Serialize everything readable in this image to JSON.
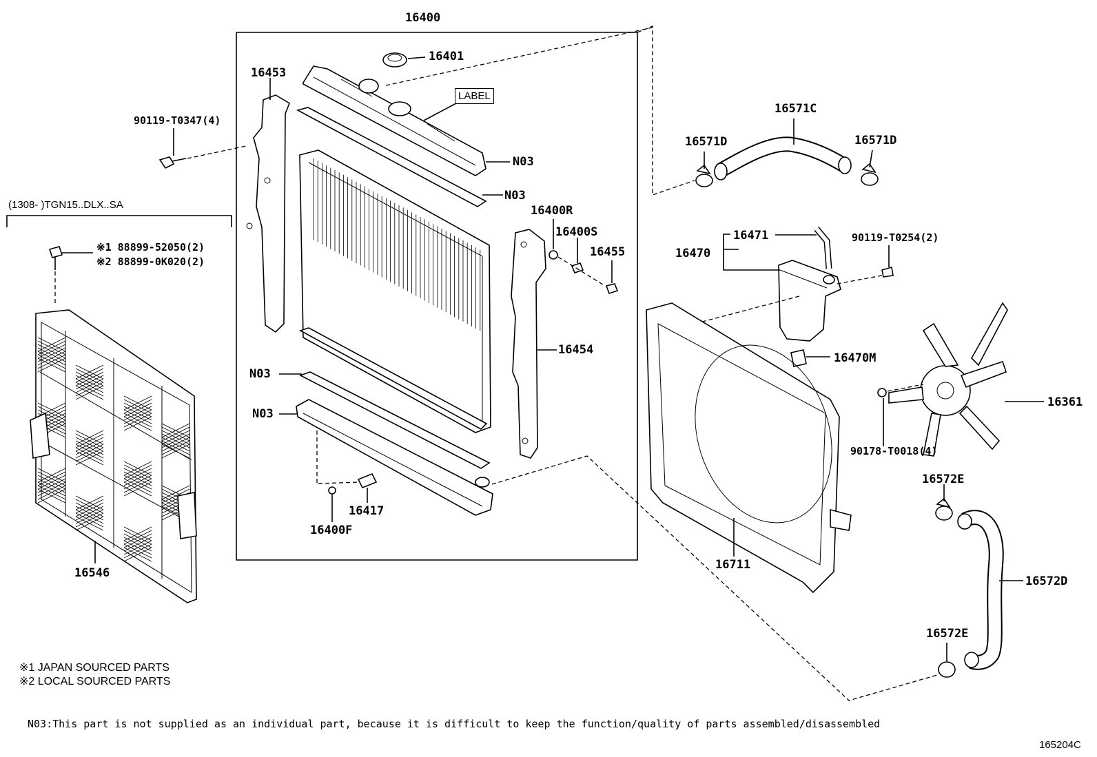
{
  "diagram": {
    "parts": {
      "p16400": "16400",
      "p16401": "16401",
      "label": "LABEL",
      "p16453": "16453",
      "p90119_t0347": "90119-T0347(4)",
      "n03_a": "N03",
      "n03_b": "N03",
      "n03_c": "N03",
      "n03_d": "N03",
      "p16400r": "16400R",
      "p16400s": "16400S",
      "p16455": "16455",
      "p16454": "16454",
      "p16417": "16417",
      "p16400f": "16400F",
      "p16571c": "16571C",
      "p16571d_left": "16571D",
      "p16571d_right": "16571D",
      "p16471": "16471",
      "p16470": "16470",
      "p90119_t0254": "90119-T0254(2)",
      "p16470m": "16470M",
      "p16361": "16361",
      "p90178_t0018": "90178-T0018(4)",
      "p16572e_top": "16572E",
      "p16572d": "16572D",
      "p16572e_bottom": "16572E",
      "p16711": "16711",
      "p16546": "16546",
      "bolt1": "※1 88899-52050(2)",
      "bolt2": "※2 88899-0K020(2)"
    },
    "model_range": "(1308-      )TGN15..DLX..SA",
    "notes": {
      "note1": "※1 JAPAN SOURCED PARTS",
      "note2": "※2 LOCAL SOURCED PARTS"
    },
    "footer": "N03:This part is not supplied as an individual part, because it is difficult to keep the function/quality of parts assembled/disassembled",
    "figure_id": "165204C"
  }
}
